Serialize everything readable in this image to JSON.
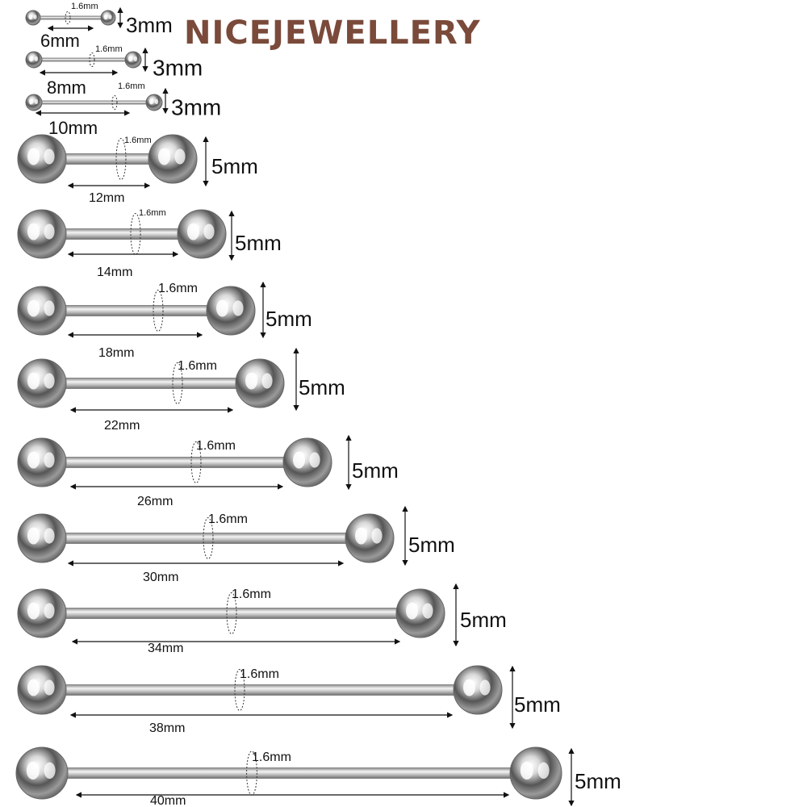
{
  "brand": {
    "text": "NICEJEWELLERY",
    "color": "#7a4a3a"
  },
  "gauge_label": "1.6mm",
  "barbells": [
    {
      "length": "6mm",
      "ball": "3mm"
    },
    {
      "length": "8mm",
      "ball": "3mm"
    },
    {
      "length": "10mm",
      "ball": "3mm"
    },
    {
      "length": "12mm",
      "ball": "5mm"
    },
    {
      "length": "14mm",
      "ball": "5mm"
    },
    {
      "length": "18mm",
      "ball": "5mm"
    },
    {
      "length": "22mm",
      "ball": "5mm"
    },
    {
      "length": "26mm",
      "ball": "5mm"
    },
    {
      "length": "30mm",
      "ball": "5mm"
    },
    {
      "length": "34mm",
      "ball": "5mm"
    },
    {
      "length": "38mm",
      "ball": "5mm"
    },
    {
      "length": "40mm",
      "ball": "5mm"
    }
  ]
}
